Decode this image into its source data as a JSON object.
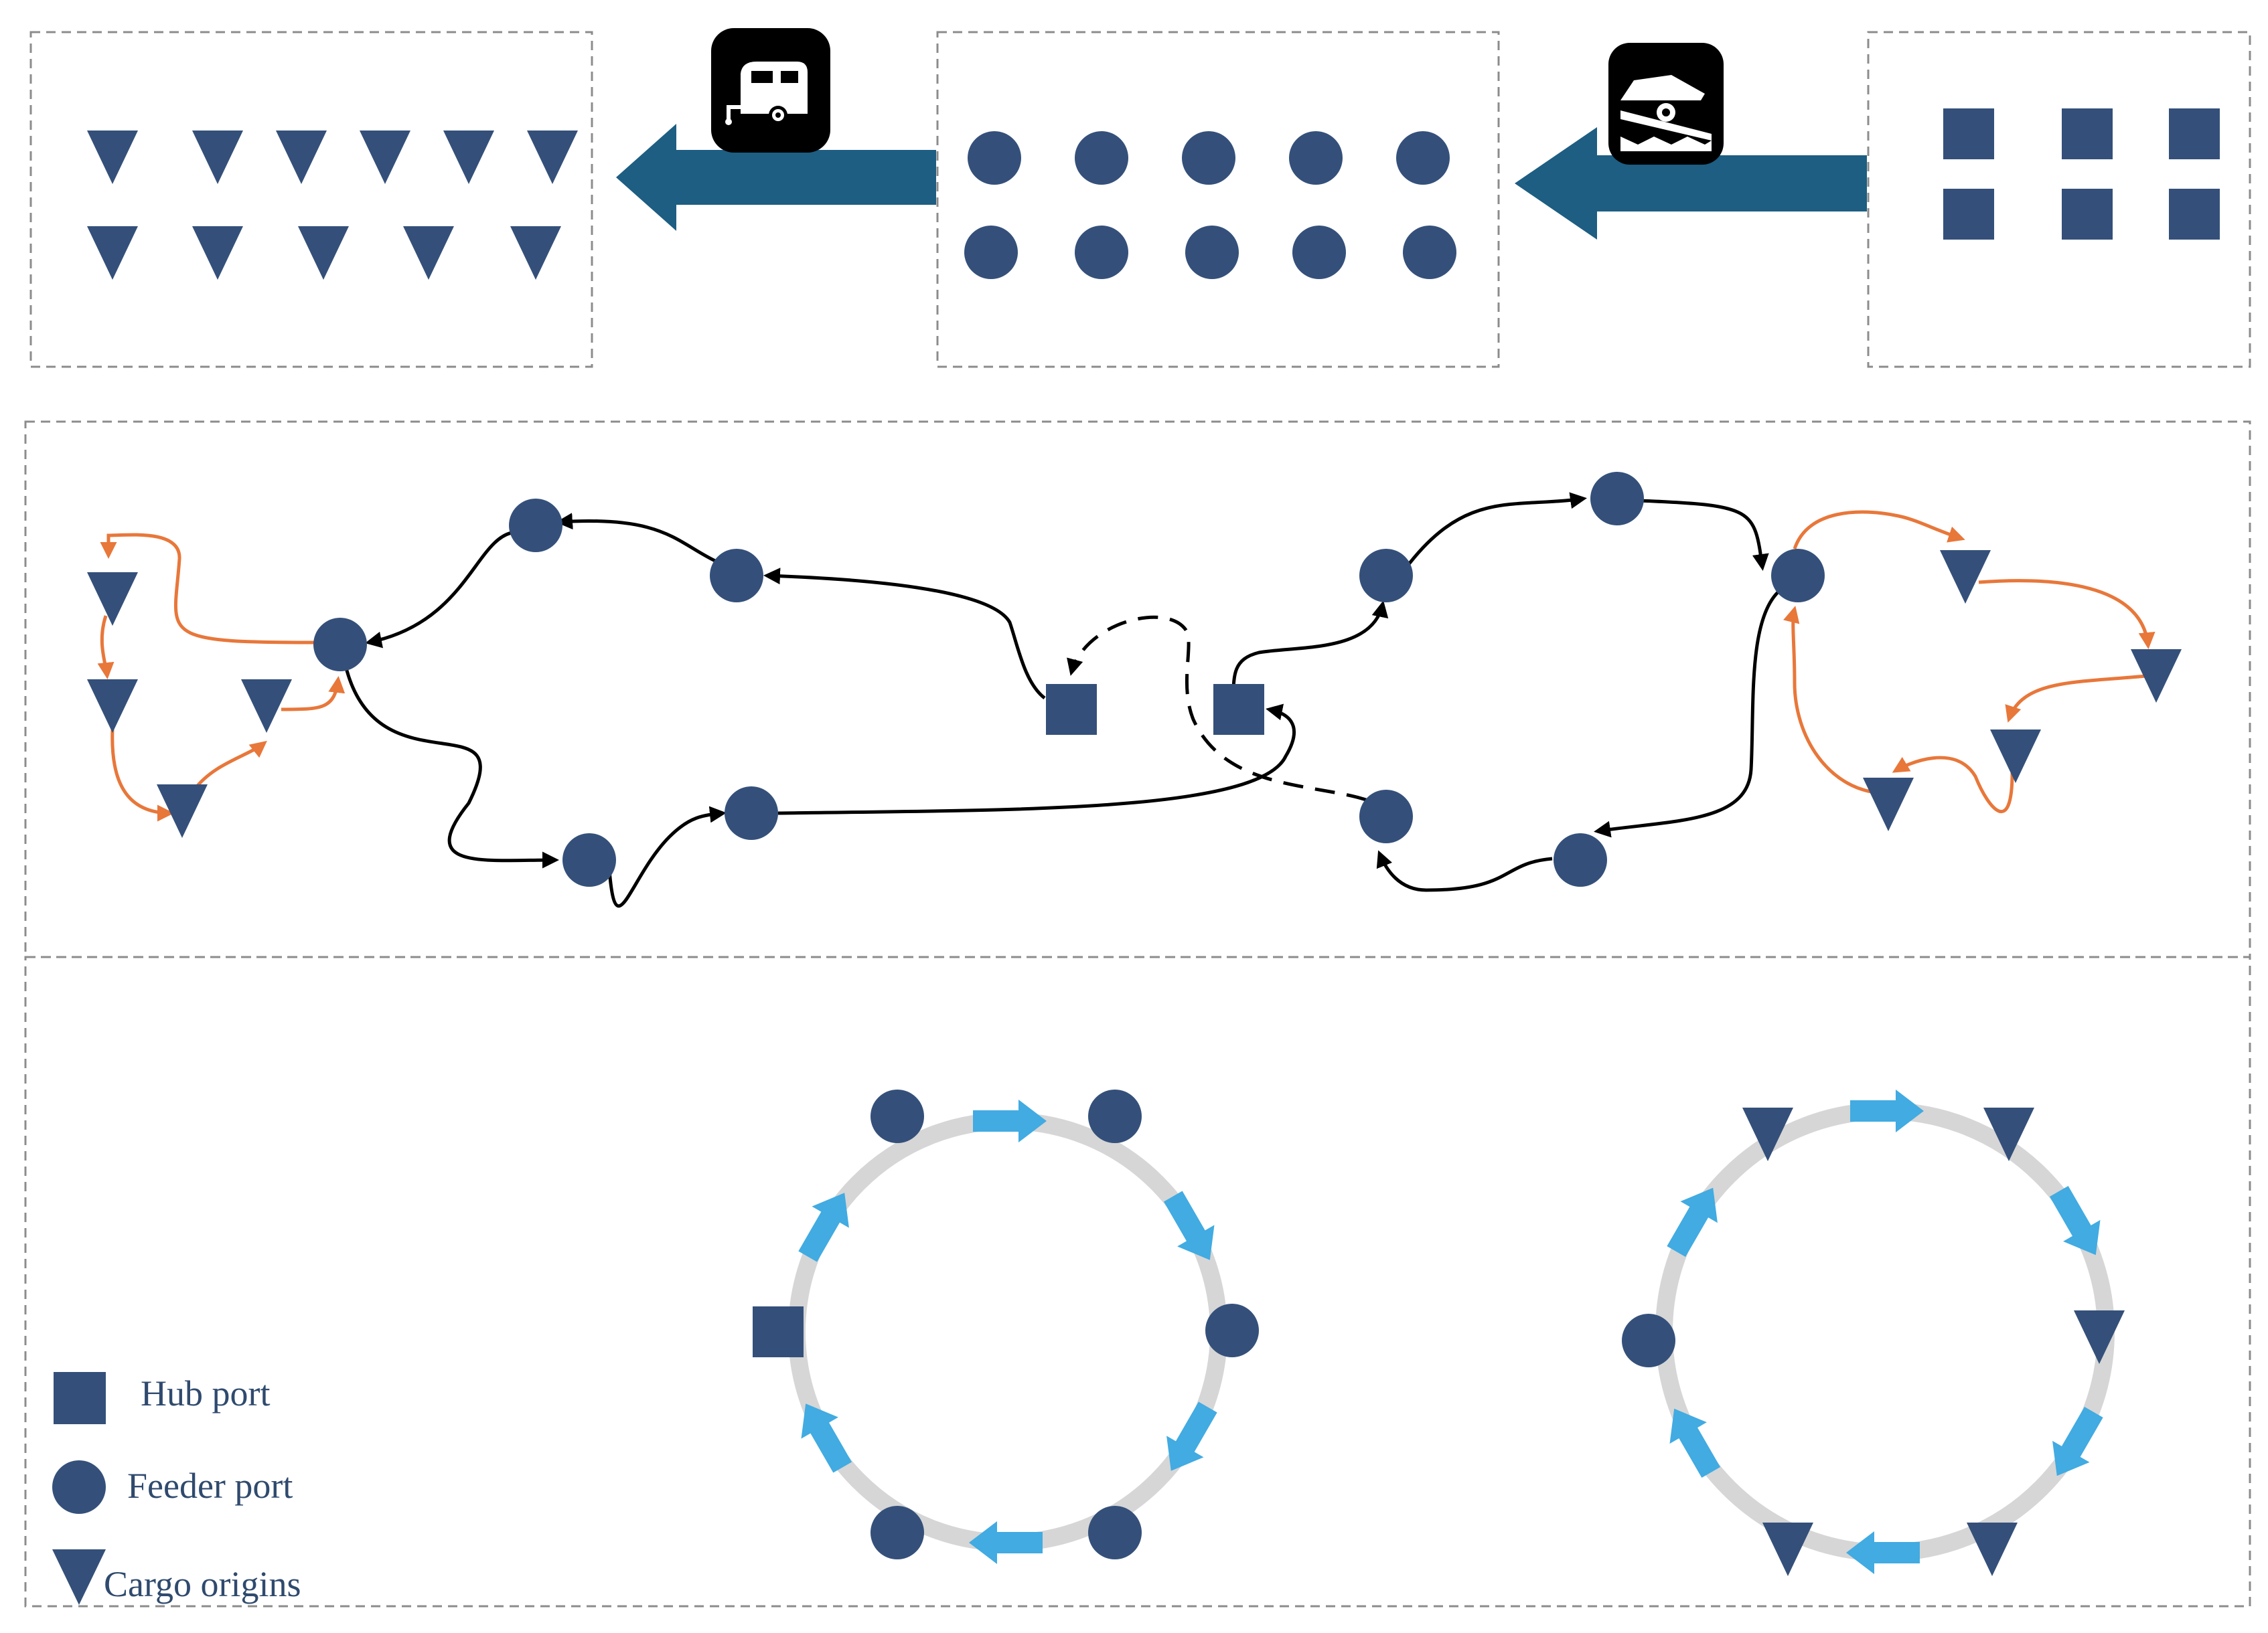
{
  "colors": {
    "node": "#34507a",
    "flow_arrow": "#1d5e82",
    "black_edge": "#000000",
    "orange_edge": "#e8773a",
    "ring": "#d6d6d6",
    "ring_arrow": "#41abe2"
  },
  "top_row": {
    "icons": [
      "trailer-icon",
      "boat-launch-icon"
    ]
  },
  "legend": {
    "hub_port": "Hub port",
    "feeder_port": "Feeder port",
    "cargo_origins": "Cargo origins"
  }
}
